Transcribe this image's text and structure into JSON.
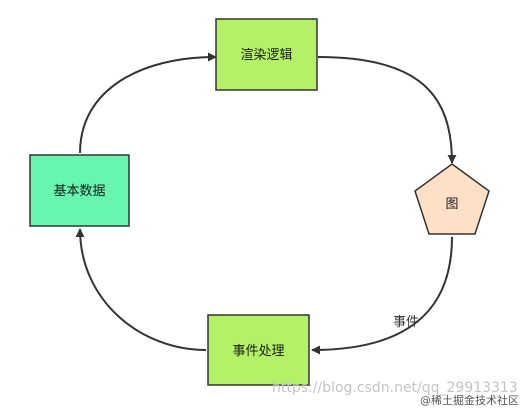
{
  "nodes": {
    "render_logic": {
      "label": "渲染逻辑",
      "color": "#b3f266"
    },
    "graph": {
      "label": "图",
      "color": "#fde0c6"
    },
    "event_handling": {
      "label": "事件处理",
      "color": "#b3f266"
    },
    "basic_data": {
      "label": "基本数据",
      "color": "#67f5b0"
    }
  },
  "edges": {
    "graph_to_event": {
      "label": "事件"
    }
  },
  "colors": {
    "border": "#333333",
    "arrow": "#333333"
  },
  "watermark": {
    "url": "https://blog.csdn.net/qq_29913313",
    "site": "@稀土掘金技术社区"
  }
}
